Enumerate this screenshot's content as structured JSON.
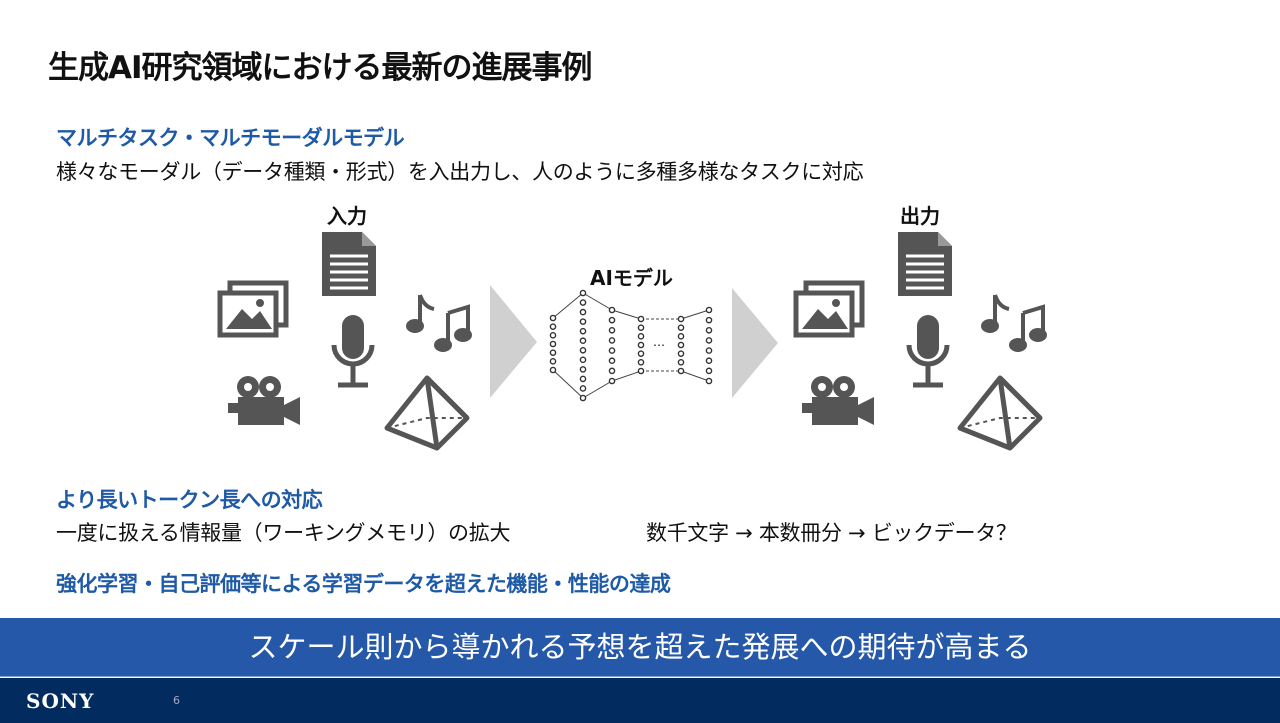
{
  "title": "生成AI研究領域における最新の進展事例",
  "section1": {
    "heading": "マルチタスク・マルチモーダルモデル",
    "text": "様々なモーダル（データ種類・形式）を入出力し、人のように多種多様なタスクに対応"
  },
  "diagram": {
    "input_label": "入力",
    "model_label": "AIモデル",
    "output_label": "出力",
    "ellipsis": "…"
  },
  "section2": {
    "heading": "より長いトークン長への対応",
    "text": "一度に扱える情報量（ワーキングメモリ）の拡大",
    "progression": "数千文字 → 本数冊分 → ビックデータ？"
  },
  "section3": {
    "heading": "強化学習・自己評価等による学習データを超えた機能・性能の達成"
  },
  "banner": "スケール則から導かれる予想を超えた発展への期待が高まる",
  "footer": {
    "logo": "SONY",
    "page": "6"
  },
  "colors": {
    "accent": "#1f5aa6",
    "banner": "#2558a8",
    "footer": "#022b60",
    "icon": "#555555",
    "arrow": "#d0d0d0"
  }
}
